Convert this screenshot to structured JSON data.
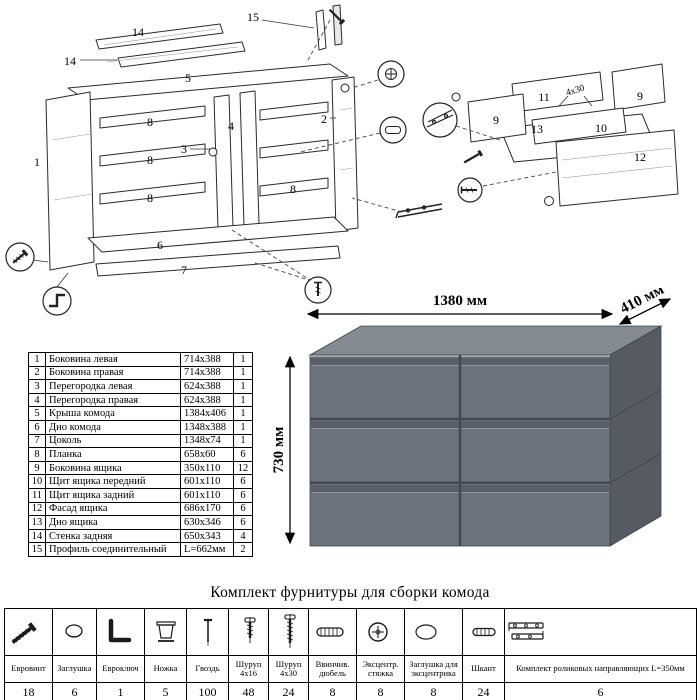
{
  "diagram": {
    "labels": [
      "15",
      "14",
      "14",
      "5",
      "1",
      "8",
      "8",
      "8",
      "3",
      "4",
      "2",
      "8",
      "6",
      "7",
      "11",
      "9",
      "4х30",
      "9",
      "10",
      "13",
      "12"
    ]
  },
  "dresser": {
    "width_label": "1380 мм",
    "depth_label": "410 мм",
    "height_label": "730 мм",
    "body_color": "#6d737d",
    "top_color": "#848b93",
    "side_color": "#565b63"
  },
  "parts": {
    "rows": [
      {
        "n": "1",
        "name": "Боковина левая",
        "size": "714x388",
        "qty": "1"
      },
      {
        "n": "2",
        "name": "Боковина правая",
        "size": "714x388",
        "qty": "1"
      },
      {
        "n": "3",
        "name": "Перегородка левая",
        "size": "624x388",
        "qty": "1"
      },
      {
        "n": "4",
        "name": "Перегородка правая",
        "size": "624x388",
        "qty": "1"
      },
      {
        "n": "5",
        "name": "Крыша комода",
        "size": "1384x406",
        "qty": "1"
      },
      {
        "n": "6",
        "name": "Дно комода",
        "size": "1348x388",
        "qty": "1"
      },
      {
        "n": "7",
        "name": "Цоколь",
        "size": "1348x74",
        "qty": "1"
      },
      {
        "n": "8",
        "name": "Планка",
        "size": "658x60",
        "qty": "6"
      },
      {
        "n": "9",
        "name": "Боковина ящика",
        "size": "350x110",
        "qty": "12"
      },
      {
        "n": "10",
        "name": "Щит ящика передний",
        "size": "601x110",
        "qty": "6"
      },
      {
        "n": "11",
        "name": "Щит ящика задний",
        "size": "601x110",
        "qty": "6"
      },
      {
        "n": "12",
        "name": "Фасад ящика",
        "size": "686x170",
        "qty": "6"
      },
      {
        "n": "13",
        "name": "Дно ящика",
        "size": "630x346",
        "qty": "6"
      },
      {
        "n": "14",
        "name": "Стенка задняя",
        "size": "650x343",
        "qty": "4"
      },
      {
        "n": "15",
        "name": "Профиль соединительный",
        "size": "L=662мм",
        "qty": "2"
      }
    ]
  },
  "hardware": {
    "title": "Комплект фурнитуры для сборки комода",
    "items": [
      {
        "name": "Евровинт",
        "qty": "18",
        "icon": "euro-screw-icon"
      },
      {
        "name": "Заглушка",
        "qty": "6",
        "icon": "cap-icon"
      },
      {
        "name": "Евроключ",
        "qty": "1",
        "icon": "hex-key-icon"
      },
      {
        "name": "Ножка",
        "qty": "5",
        "icon": "foot-icon"
      },
      {
        "name": "Гвоздь",
        "qty": "100",
        "icon": "nail-icon"
      },
      {
        "name": "Шуруп 4х16",
        "qty": "48",
        "icon": "screw-short-icon"
      },
      {
        "name": "Шуруп 4х30",
        "qty": "24",
        "icon": "screw-long-icon"
      },
      {
        "name": "Ввинчив. дюбель",
        "qty": "8",
        "icon": "threaded-dowel-icon"
      },
      {
        "name": "Эксцентр. стяжка",
        "qty": "8",
        "icon": "cam-lock-icon"
      },
      {
        "name": "Заглушка для эксцентрика",
        "qty": "8",
        "icon": "cam-cap-icon"
      },
      {
        "name": "Шкант",
        "qty": "24",
        "icon": "dowel-icon"
      },
      {
        "name": "Комплект роликовых направляющих L=350мм",
        "qty": "6",
        "icon": "drawer-slide-icon"
      }
    ]
  }
}
